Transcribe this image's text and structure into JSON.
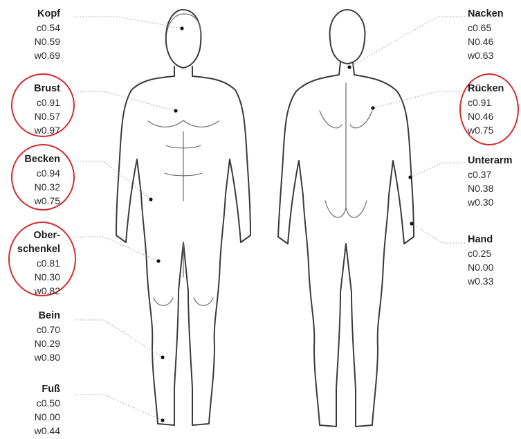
{
  "highlight_color": "#d32b2b",
  "front_labels": [
    {
      "id": "kopf",
      "name": "Kopf",
      "c": "c0.54",
      "n": "N0.59",
      "w": "w0.69",
      "circled": false
    },
    {
      "id": "brust",
      "name": "Brust",
      "c": "c0.91",
      "n": "N0.57",
      "w": "w0.97",
      "circled": true
    },
    {
      "id": "becken",
      "name": "Becken",
      "c": "c0.94",
      "n": "N0.32",
      "w": "w0.75",
      "circled": true
    },
    {
      "id": "oberschenkel",
      "name": "Ober-\nschenkel",
      "c": "c0.81",
      "n": "N0.30",
      "w": "w0.82",
      "circled": true
    },
    {
      "id": "bein",
      "name": "Bein",
      "c": "c0.70",
      "n": "N0.29",
      "w": "w0.80",
      "circled": false
    },
    {
      "id": "fuss",
      "name": "Fuß",
      "c": "c0.50",
      "n": "N0.00",
      "w": "w0.44",
      "circled": false
    }
  ],
  "back_labels": [
    {
      "id": "nacken",
      "name": "Nacken",
      "c": "c0.65",
      "n": "N0.46",
      "w": "w0.63",
      "circled": false
    },
    {
      "id": "ruecken",
      "name": "Rücken",
      "c": "c0.91",
      "n": "N0.46",
      "w": "w0.75",
      "circled": true
    },
    {
      "id": "unterarm",
      "name": "Unterarm",
      "c": "c0.37",
      "n": "N0.38",
      "w": "w0.30",
      "circled": false
    },
    {
      "id": "hand",
      "name": "Hand",
      "c": "c0.25",
      "n": "N0.00",
      "w": "w0.33",
      "circled": false
    }
  ]
}
